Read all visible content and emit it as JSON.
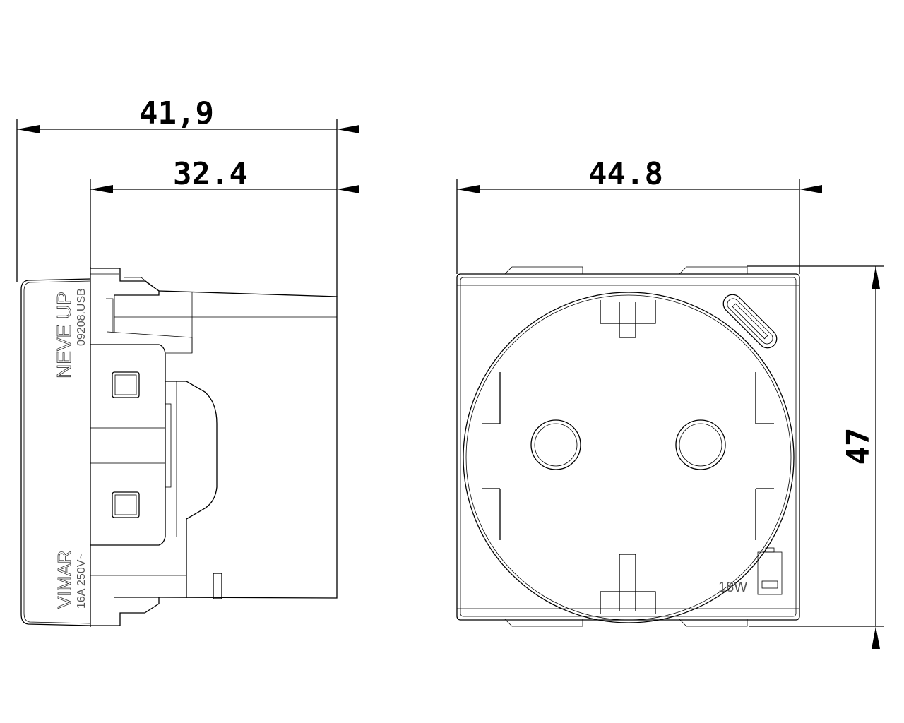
{
  "dimensions": {
    "overall_depth": "41,9",
    "body_depth": "32.4",
    "width": "44.8",
    "height": "47"
  },
  "side_labels": {
    "product_name": "NEVE UP",
    "product_code": "09208.USB",
    "brand": "VIMAR",
    "rating": "16A  250V~"
  },
  "front_labels": {
    "power": "18W"
  }
}
